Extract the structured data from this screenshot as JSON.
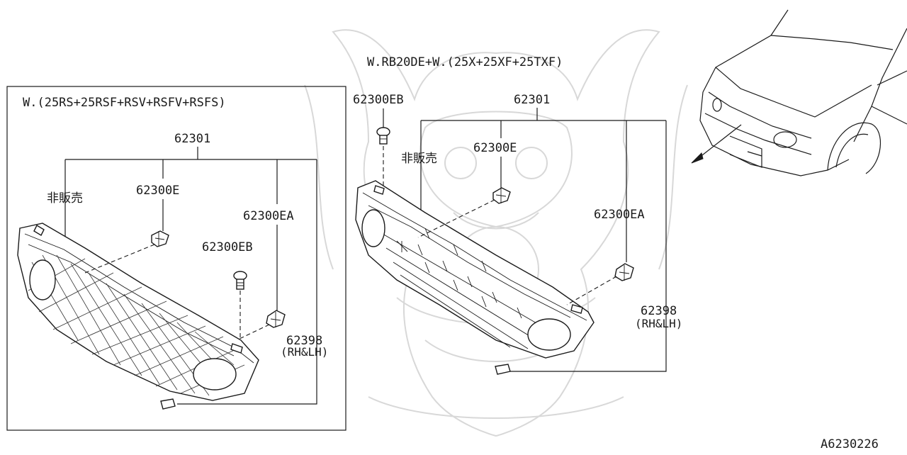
{
  "left_panel": {
    "variant": "W.(25RS+25RSF+RSV+RSFV+RSFS)",
    "grille_assembly": "62301",
    "not_for_sale": "非販売",
    "clip_e": "62300E",
    "clip_ea": "62300EA",
    "clip_eb": "62300EB",
    "bracket": "62398",
    "bracket_side": "(RH&LH)"
  },
  "right_panel": {
    "variant": "W.RB20DE+W.(25X+25XF+25TXF)",
    "grille_assembly": "62301",
    "not_for_sale": "非販売",
    "clip_e": "62300E",
    "clip_ea": "62300EA",
    "clip_eb": "62300EB",
    "bracket": "62398",
    "bracket_side": "(RH&LH)"
  },
  "diagram_code": "A6230226",
  "colors": {
    "line": "#1a1a1a",
    "watermark": "#d8d8d8",
    "background": "#ffffff"
  }
}
